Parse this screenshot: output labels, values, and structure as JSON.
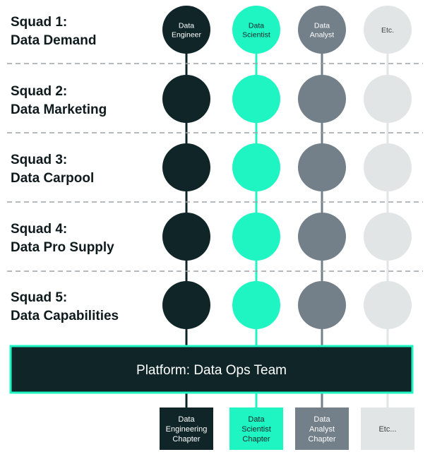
{
  "roles": [
    {
      "key": "engineer",
      "label_lines": [
        "Data",
        "Engineer"
      ],
      "color": "#0f2527",
      "text_color": "#ffffff"
    },
    {
      "key": "scientist",
      "label_lines": [
        "Data",
        "Scientist"
      ],
      "color": "#1ef5c3",
      "text_color": "#0f2527"
    },
    {
      "key": "analyst",
      "label_lines": [
        "Data",
        "Analyst"
      ],
      "color": "#738089",
      "text_color": "#ffffff"
    },
    {
      "key": "etc",
      "label_lines": [
        "Etc."
      ],
      "color": "#e2e5e5",
      "text_color": "#3a4447"
    }
  ],
  "squads": [
    {
      "line1": "Squad 1:",
      "line2": "Data Demand"
    },
    {
      "line1": "Squad 2:",
      "line2": "Data Marketing"
    },
    {
      "line1": "Squad 3:",
      "line2": "Data Carpool"
    },
    {
      "line1": "Squad 4:",
      "line2": "Data Pro Supply"
    },
    {
      "line1": "Squad 5:",
      "line2": "Data Capabilities"
    }
  ],
  "platform": {
    "label": "Platform: Data Ops Team",
    "fill": "#0f2527",
    "border": "#1ef5c3"
  },
  "chapters": [
    {
      "label_lines": [
        "Data",
        "Engineering",
        "Chapter"
      ]
    },
    {
      "label_lines": [
        "Data",
        "Scientist",
        "Chapter"
      ]
    },
    {
      "label_lines": [
        "Data",
        "Analyst",
        "Chapter"
      ]
    },
    {
      "label_lines": [
        "Etc..."
      ]
    }
  ]
}
